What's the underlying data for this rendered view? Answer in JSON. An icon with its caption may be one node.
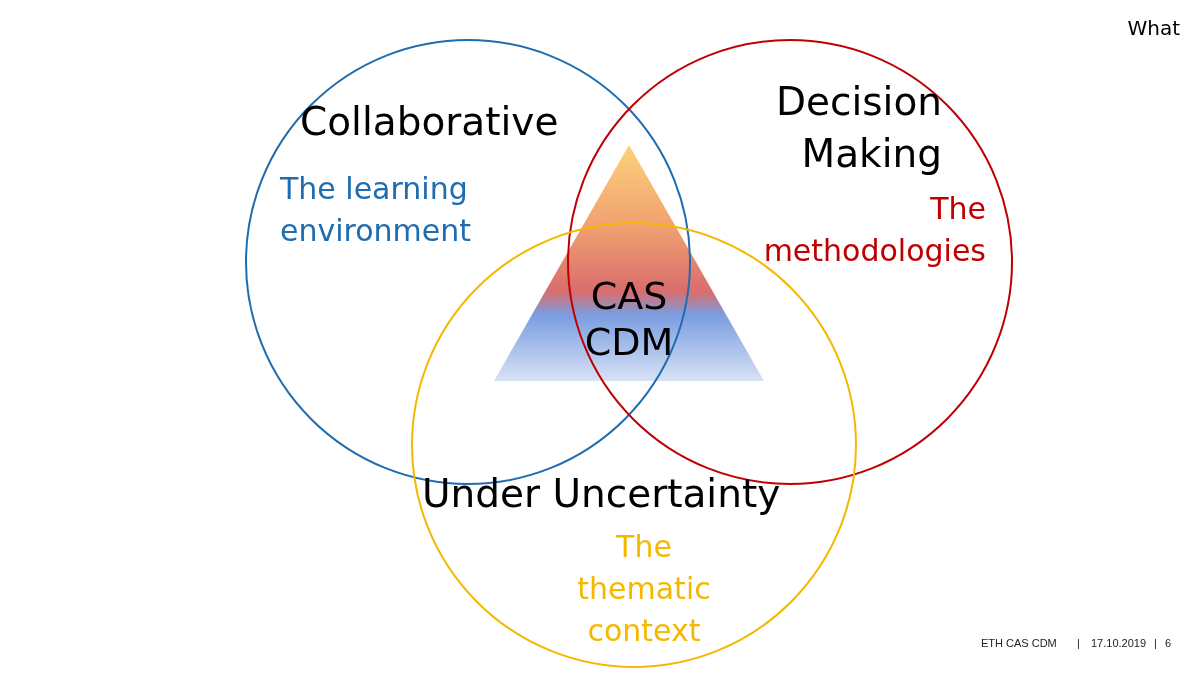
{
  "diagram": {
    "title": "What",
    "nodes": [
      {
        "text": [
          "Collaborative",
          "The learning environment"
        ]
      },
      {
        "text": [
          "Decision Making",
          "The methodologies"
        ]
      },
      {
        "text": [
          "Under Uncertainty",
          "The thematic context"
        ]
      },
      {
        "text": [
          "CAS CDM"
        ]
      }
    ],
    "labels": [
      "ETH CAS CDM",
      "|",
      "17.10.2019",
      "|",
      "6"
    ]
  }
}
